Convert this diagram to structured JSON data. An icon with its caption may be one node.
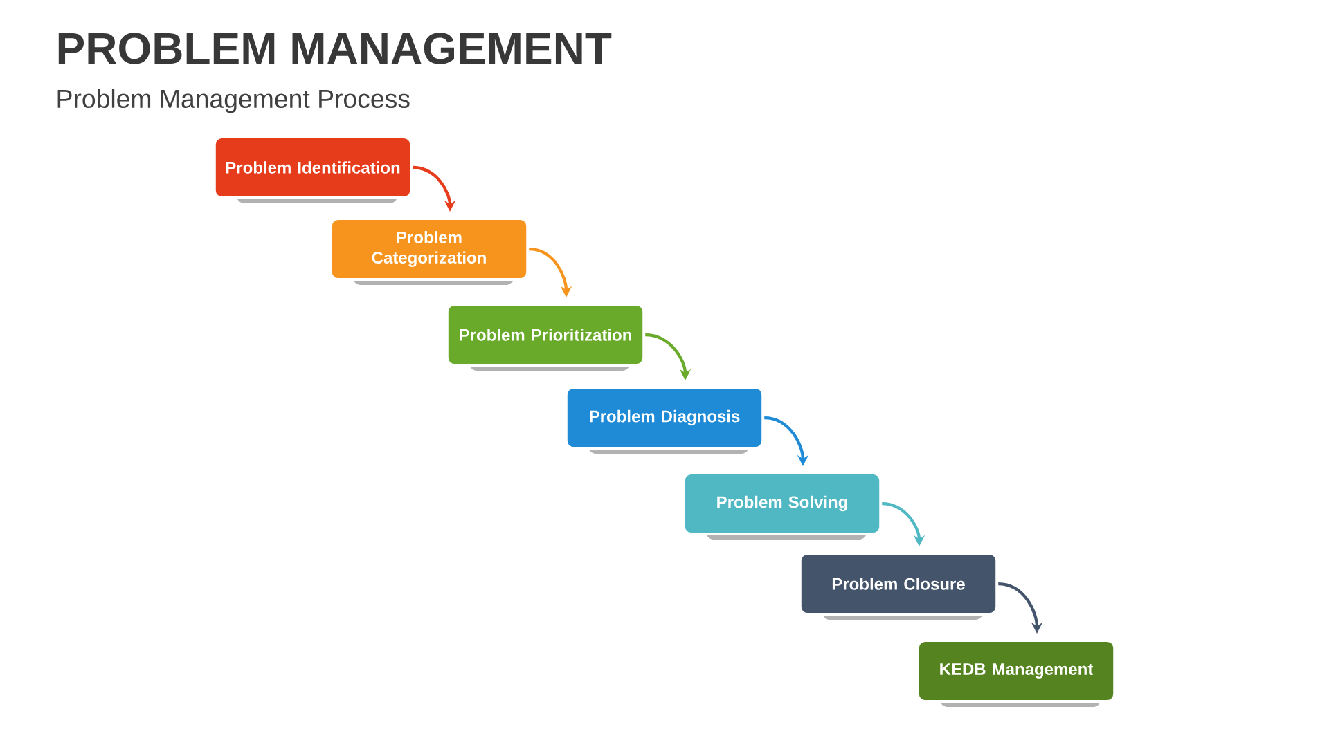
{
  "diagram": {
    "title": "PROBLEM MANAGEMENT",
    "caption": "Problem Management Process",
    "nodes": [
      {
        "text": [
          "Problem Identification"
        ]
      },
      {
        "text": [
          "Problem Categorization"
        ]
      },
      {
        "text": [
          "Problem Prioritization"
        ]
      },
      {
        "text": [
          "Problem Diagnosis"
        ]
      },
      {
        "text": [
          "Problem Solving"
        ]
      },
      {
        "text": [
          "Problem Closure"
        ]
      },
      {
        "text": [
          "KEDB Management"
        ]
      }
    ],
    "edges": [
      {
        "from": 0,
        "to": 1,
        "arrow": "to",
        "color": "#e63c1b"
      },
      {
        "from": 1,
        "to": 2,
        "arrow": "to",
        "color": "#f7941d"
      },
      {
        "from": 2,
        "to": 3,
        "arrow": "to",
        "color": "#6aaa2b"
      },
      {
        "from": 3,
        "to": 4,
        "arrow": "to",
        "color": "#1f8ad6"
      },
      {
        "from": 4,
        "to": 5,
        "arrow": "to",
        "color": "#4fb8c3"
      },
      {
        "from": 5,
        "to": 6,
        "arrow": "to",
        "color": "#43546b"
      }
    ]
  }
}
